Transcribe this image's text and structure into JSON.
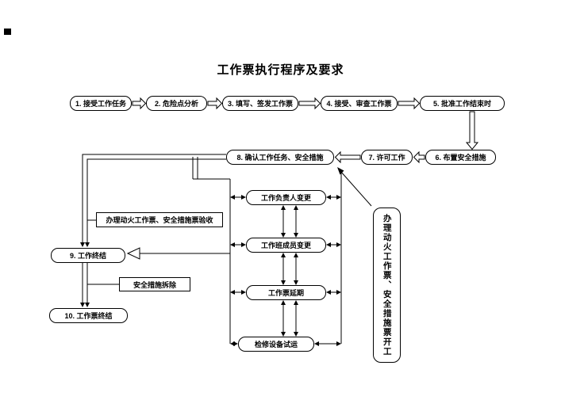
{
  "title": "工作票执行程序及要求",
  "flow": {
    "step1": "1. 接受工作任务",
    "step2": "2. 危险点分析",
    "step3": "3. 填写、签发工作票",
    "step4": "4. 接受、审查工作票",
    "step5": "5. 批准工作结束时",
    "step6": "6. 布置安全措施",
    "step7": "7. 许可工作",
    "step8": "8. 确认工作任务、安全措施",
    "step9": "9. 工作终结",
    "step10": "10. 工作票终结"
  },
  "middle": {
    "leader_change": "工作负责人变更",
    "member_change": "工作班成员变更",
    "ticket_extension": "工作票延期",
    "equipment_trial": "检修设备试运"
  },
  "side": {
    "hot_work_acceptance": "办理动火工作票、安全措施票验收",
    "safety_removal": "安全措施拆除",
    "hot_work_start": "办理动火工作票、安全措施票开工"
  },
  "colors": {
    "line": "#000000",
    "box_fill": "#ffffff",
    "background": "#ffffff",
    "text": "#000000"
  }
}
